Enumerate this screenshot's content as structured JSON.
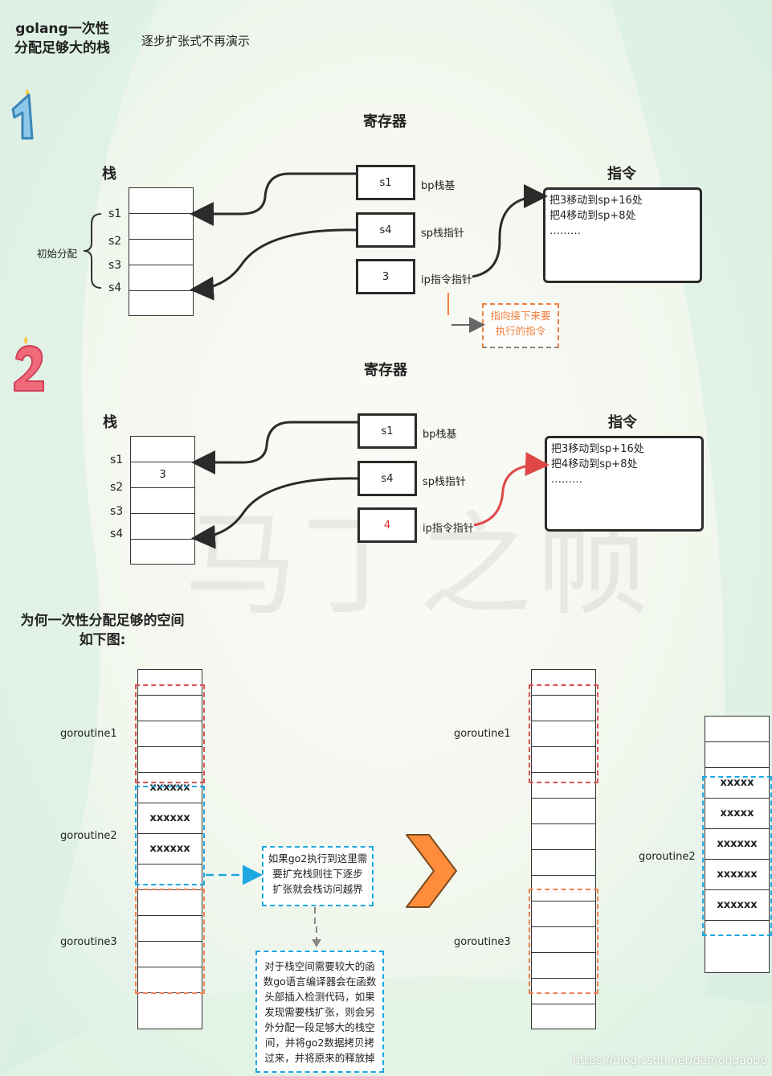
{
  "header": {
    "title_line1": "golang一次性",
    "title_line2": "分配足够大的栈",
    "subtitle": "逐步扩张式不再演示"
  },
  "step1": {
    "badge": "1",
    "registers_title": "寄存器",
    "stack_title": "栈",
    "instr_title": "指令",
    "slot_labels": [
      "s1",
      "s2",
      "s3",
      "s4"
    ],
    "brace_label": "初始分配",
    "registers": [
      {
        "value": "s1",
        "label": "bp栈基"
      },
      {
        "value": "s4",
        "label": "sp栈指针"
      },
      {
        "value": "3",
        "label": "ip指令指针"
      }
    ],
    "instructions": [
      "把3移动到sp+16处",
      "把4移动到sp+8处",
      "………"
    ],
    "ip_note": [
      "指向接下来要",
      "执行的指令"
    ]
  },
  "step2": {
    "badge": "2",
    "registers_title": "寄存器",
    "stack_title": "栈",
    "instr_title": "指令",
    "slot_labels": [
      "s1",
      "s2",
      "s3",
      "s4"
    ],
    "cell_value": "3",
    "registers": [
      {
        "value": "s1",
        "label": "bp栈基"
      },
      {
        "value": "s4",
        "label": "sp栈指针"
      },
      {
        "value": "4",
        "label": "ip指令指针"
      }
    ],
    "instructions": [
      "把3移动到sp+16处",
      "把4移动到sp+8处",
      "………"
    ]
  },
  "why": {
    "title_line1": "为何一次性分配足够的空间",
    "title_line2": "如下图:",
    "left_labels": [
      "goroutine1",
      "goroutine2",
      "goroutine3"
    ],
    "left_cells": [
      "",
      "",
      "",
      "",
      "xxxxxx",
      "xxxxxx",
      "xxxxxx",
      "",
      "",
      "",
      "",
      "",
      "",
      ""
    ],
    "note1": [
      "如果go2执行到这里需",
      "要扩充栈则往下逐步",
      "扩张就会栈访问越界"
    ],
    "note2": [
      "对于栈空间需要较大的函",
      "数go语言编译器会在函数",
      "头部插入检测代码，如果",
      "发现需要栈扩张，则会另",
      "外分配一段足够大的栈空",
      "间，并将go2数据拷贝拷",
      "过来，并将原来的释放掉"
    ],
    "right_labels": [
      "goroutine1",
      "goroutine3"
    ],
    "far_right_label": "goroutine2",
    "far_right_cells": [
      "",
      "",
      "xxxxx",
      "xxxxx",
      "xxxxxx",
      "xxxxxx",
      "xxxxxx",
      "",
      "",
      ""
    ]
  },
  "watermark": "马丁之帧",
  "footer_url": "https://blog.csdn.net/demongaobo",
  "colors": {
    "red": "#e05050",
    "blue": "#1ea7e1",
    "orange": "#f08050",
    "arrow_orange": "#ff8c3a"
  }
}
